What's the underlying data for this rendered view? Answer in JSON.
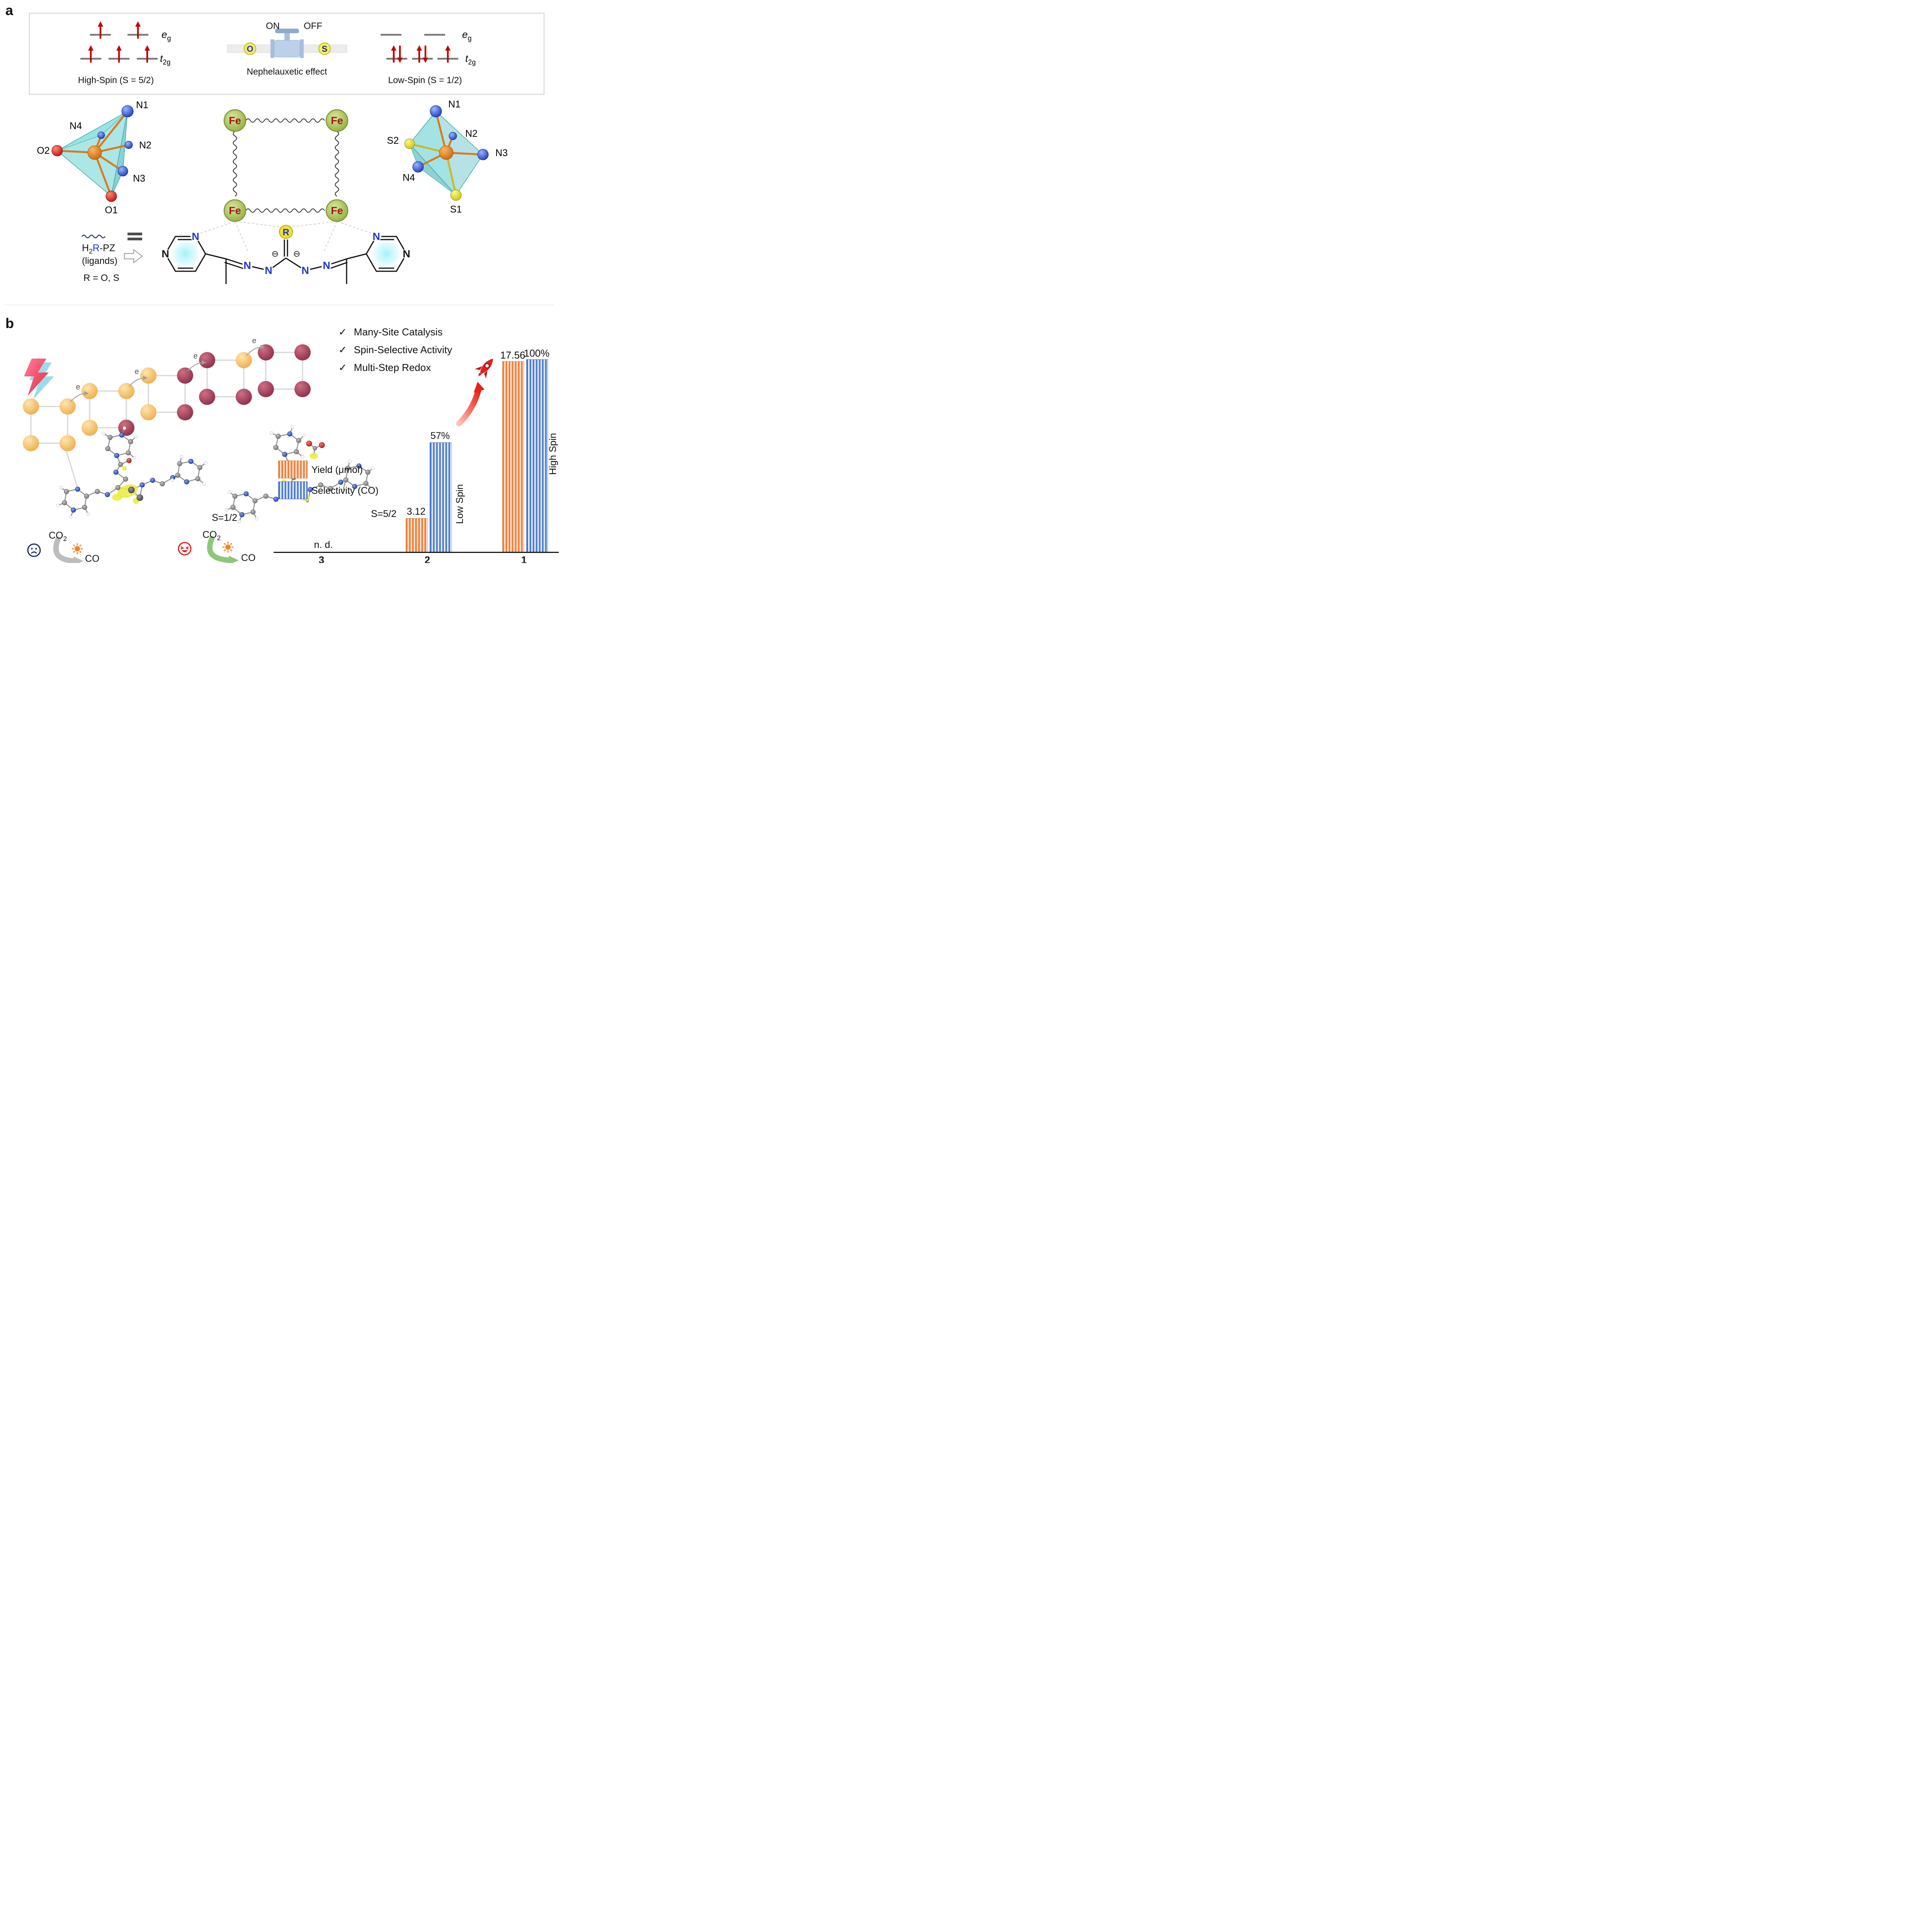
{
  "panel_a": {
    "label": "a",
    "spin_box": {
      "high_spin_label": "High-Spin (S = 5/2)",
      "low_spin_label": "Low-Spin (S = 1/2)",
      "orbital_eg_base": "e",
      "orbital_eg_sub": "g",
      "orbital_t2g_base": "t",
      "orbital_t2g_sub": "2g",
      "valve": {
        "on": "ON",
        "off": "OFF",
        "o": "O",
        "s": "S",
        "caption": "Nephelauxetic effect"
      }
    },
    "oct_left": {
      "n1": "N1",
      "n4": "N4",
      "o2": "O2",
      "n2": "N2",
      "n3": "N3",
      "o1": "O1"
    },
    "oct_right": {
      "n1": "N1",
      "n2": "N2",
      "n3": "N3",
      "s2": "S2",
      "n4": "N4",
      "s1": "S1"
    },
    "fe_label": "Fe",
    "ligand_key": {
      "h": "H",
      "h_sub": "2",
      "r": "R",
      "suffix": "-PZ",
      "ligands": "(ligands)",
      "r_options": "R = O, S"
    },
    "structure": {
      "r": "R",
      "n": "N",
      "minus": "⊖"
    }
  },
  "panel_b": {
    "label": "b",
    "electron": "e",
    "check": "✓",
    "checklist": [
      "Many-Site Catalysis",
      "Spin-Selective Activity",
      "Multi-Step Redox"
    ],
    "spin_left": "S=1/2",
    "spin_right": "S=5/2",
    "co2_base": "CO",
    "co2_sub": "2",
    "co": "CO",
    "legend": {
      "yield": "Yield (μmol)",
      "selectivity": "Selectivity (CO)"
    }
  },
  "chart_data": {
    "type": "bar",
    "categories": [
      "3",
      "2",
      "1"
    ],
    "series": [
      {
        "name": "Yield (μmol)",
        "values": [
          null,
          3.12,
          17.56
        ],
        "color": "#ED7D31"
      },
      {
        "name": "Selectivity (CO) %",
        "values": [
          null,
          57,
          100
        ],
        "color": "#4472C4"
      }
    ],
    "value_labels": {
      "yield_2": "3.12",
      "sel_2": "57%",
      "yield_1": "17.56",
      "sel_1": "100%"
    },
    "not_detected": "n. d.",
    "spin_annotations": {
      "cat_2": "Low Spin",
      "cat_1": "High Spin"
    },
    "legend_position": "left",
    "grid": false,
    "ylim_percent": [
      0,
      100
    ]
  }
}
